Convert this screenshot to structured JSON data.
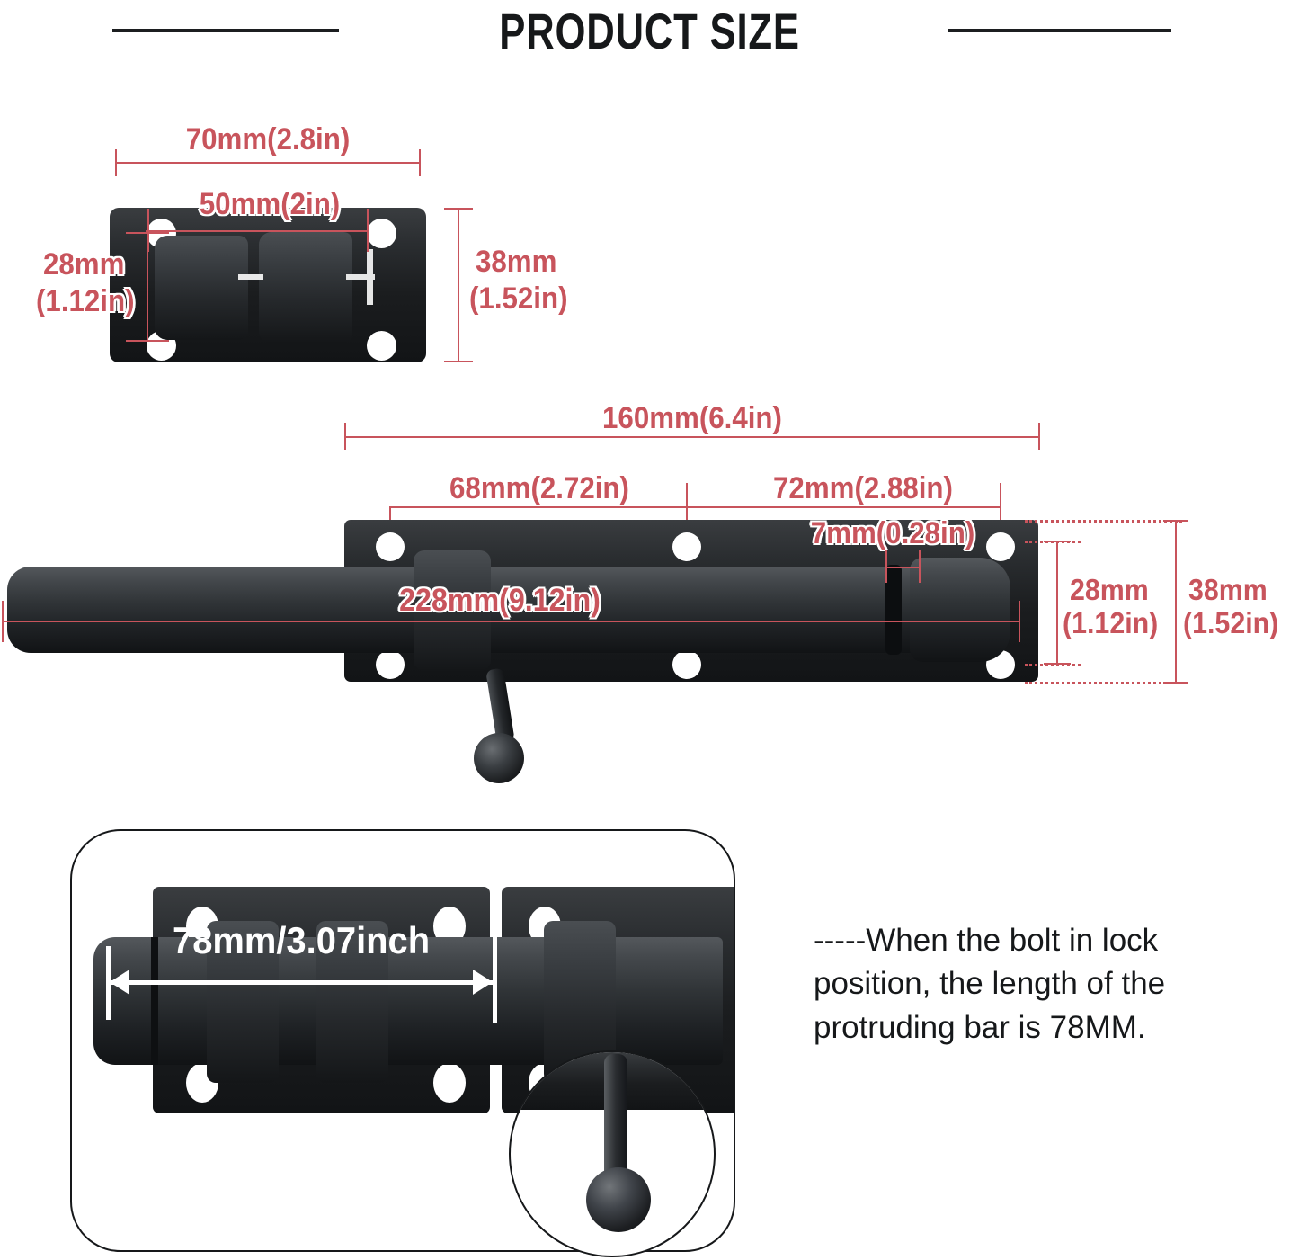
{
  "title": "PRODUCT SIZE",
  "diagrams": {
    "bracket": {
      "name": "keeper-bracket",
      "dims": {
        "outer_width": "70mm(2.8in)",
        "hole_span": "50mm(2in)",
        "inner_height": "28mm\n(1.12in)",
        "inner_height_l1": "28mm",
        "inner_height_l2": "(1.12in)",
        "outer_height_l1": "38mm",
        "outer_height_l2": "(1.52in)"
      }
    },
    "bolt": {
      "name": "barrel-bolt-assembly",
      "dims": {
        "plate_length": "160mm(6.4in)",
        "hole_span_left": "68mm(2.72in)",
        "hole_span_right": "72mm(2.88in)",
        "gap": "7mm(0.28in)",
        "total_length": "228mm(9.12in)",
        "plate_inner_height_l1": "28mm",
        "plate_inner_height_l2": "(1.12in)",
        "plate_outer_height_l1": "38mm",
        "plate_outer_height_l2": "(1.52in)"
      }
    },
    "locked": {
      "name": "bolt-in-lock-position",
      "dims": {
        "protrusion": "78mm/3.07inch"
      },
      "note": "-----When the bolt in lock position, the length of the protruding bar is 78MM."
    }
  },
  "colors": {
    "dimension_red": "#c8545c",
    "metal_black": "#1b1d1f",
    "text_black": "#16181a",
    "white": "#ffffff"
  }
}
